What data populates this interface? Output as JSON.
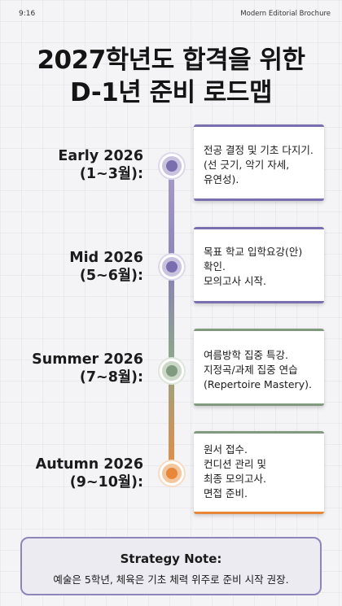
{
  "status": {
    "time": "9:16"
  },
  "brochure_label": "Modern Editorial Brochure",
  "title": {
    "line1": "2027학년도 합격을 위한",
    "line2": "D-1년 준비 로드맵"
  },
  "stages": [
    {
      "name": "Early 2026",
      "months": "(1~3월):",
      "lines": [
        "전공 결정 및 기초 다지기.",
        "(선 긋기, 악기 자세,",
        "유연성)."
      ]
    },
    {
      "name": "Mid 2026",
      "months": "(5~6월):",
      "lines": [
        "목표 학교 입학요강(안)",
        "확인.",
        "모의고사 시작."
      ]
    },
    {
      "name": "Summer 2026",
      "months": "(7~8월):",
      "lines": [
        "여름방학 집중 특강.",
        "지정곡/과제 집중 연습",
        "(Repertoire Mastery)."
      ]
    },
    {
      "name": "Autumn 2026",
      "months": "(9~10월):",
      "lines": [
        "원서 접수.",
        "컨디션 관리 및",
        "최종 모의고사.",
        "면접 준비."
      ]
    }
  ],
  "colors": {
    "purple": "#7a6fae",
    "purple_light": "#c9c3e0",
    "green": "#7f9a7d",
    "green_light": "#cbd8c8",
    "orange": "#e8873a",
    "orange_light": "#f2c7a0",
    "strategy_border": "#8f85bb"
  },
  "strategy": {
    "title": "Strategy Note:",
    "body": "예술은 5학년, 체육은 기초 체력 위주로 준비 시작 권장."
  }
}
